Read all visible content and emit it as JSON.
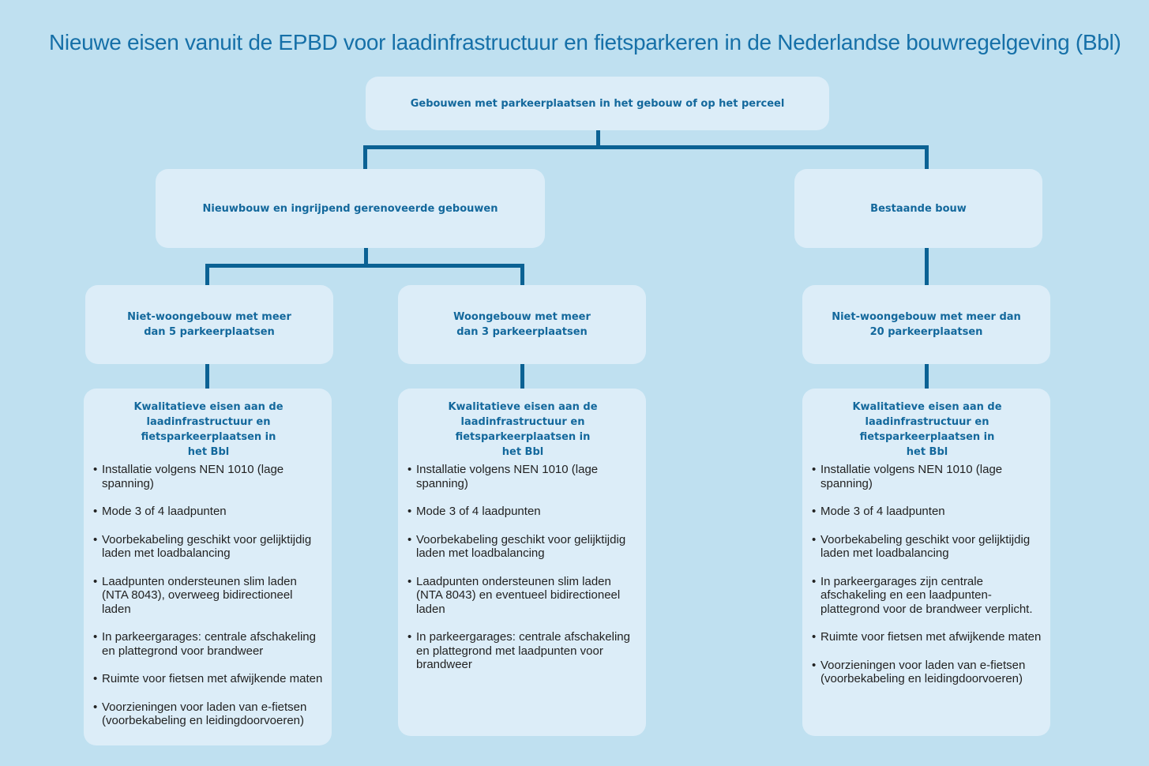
{
  "title": "Nieuwe eisen vanuit de EPBD voor laadinfrastructuur en fietsparkeren in de Nederlandse bouwregelgeving (Bbl)",
  "root": "Gebouwen met parkeerplaatsen in het gebouw of op het perceel",
  "level2": {
    "new": "Nieuwbouw en ingrijpend gerenoveerde gebouwen",
    "existing": "Bestaande bouw"
  },
  "level3": {
    "non_res_5": "Niet-woongebouw met meer dan 5 parkeerplaatsen",
    "res_3": "Woongebouw met meer dan 3 parkeerplaatsen",
    "non_res_20": "Niet-woongebouw met meer dan 20 parkeerplaatsen"
  },
  "details": [
    {
      "heading": "Kwalitatieve eisen aan de laadinfrastructuur en fietsparkeerplaatsen in het Bbl",
      "items": [
        "Installatie volgens NEN 1010 (lage spanning)",
        "Mode 3 of 4 laadpunten",
        "Voorbekabeling geschikt voor gelijktijdig laden met loadbalancing",
        "Laadpunten ondersteunen slim laden (NTA 8043), overweeg bidirectioneel laden",
        "In parkeergarages: centrale afschakeling en plattegrond voor brandweer",
        "Ruimte voor fietsen met afwijkende maten",
        "Voorzieningen voor laden van e-fietsen (voorbekabeling en leidingdoorvoeren)"
      ]
    },
    {
      "heading": "Kwalitatieve eisen aan de laadinfrastructuur en fietsparkeerplaatsen in het Bbl",
      "items": [
        "Installatie volgens NEN 1010 (lage spanning)",
        "Mode 3 of 4 laadpunten",
        "Voorbekabeling geschikt voor gelijktijdig laden met loadbalancing",
        "Laadpunten ondersteunen slim laden (NTA 8043) en eventueel bidirectioneel laden",
        "In parkeergarages: centrale afschakeling en plattegrond met laadpunten voor brandweer"
      ]
    },
    {
      "heading": "Kwalitatieve eisen aan de laadinfrastructuur en fietsparkeerplaatsen in het Bbl",
      "items": [
        "Installatie volgens NEN 1010 (lage spanning)",
        "Mode 3 of 4 laadpunten",
        "Voorbekabeling geschikt voor gelijktijdig laden met loadbalancing",
        "In parkeergarages zijn centrale afschakeling en een laadpunten-plattegrond voor de brandweer verplicht.",
        "Ruimte voor fietsen met afwijkende maten",
        "Voorzieningen voor laden van e-fietsen (voorbekabeling en leidingdoorvoeren)"
      ]
    }
  ]
}
